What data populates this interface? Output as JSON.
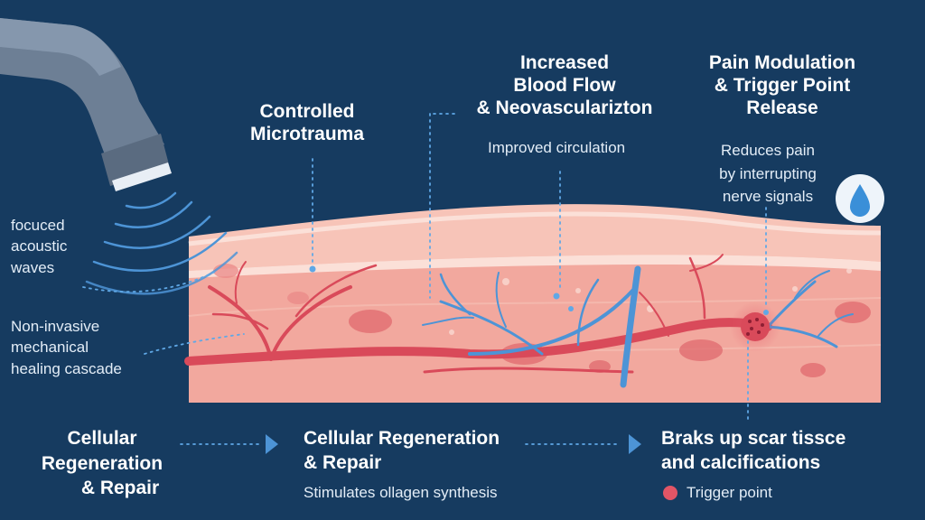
{
  "labels": {
    "controlled_microtrauma": [
      "Controlled",
      "Microtrauma"
    ],
    "blood_flow": [
      "Increased",
      "Blood Flow",
      "& Neovascularizton"
    ],
    "improved_circulation": "Improved circulation",
    "pain_modulation": [
      "Pain Modulation",
      "& Trigger Point",
      "Release"
    ],
    "reduces_pain": [
      "Reduces pain",
      "by interrupting",
      "nerve signals"
    ],
    "focused_waves": [
      "focuced",
      "acoustic",
      "waves"
    ],
    "non_invasive": [
      "Non-invasive",
      "mechanical",
      "healing cascade"
    ]
  },
  "bottom": {
    "step1": [
      "Cellular",
      "Regeneration",
      "& Repair"
    ],
    "step2": [
      "Cellular Regeneration",
      "& Repair"
    ],
    "step2_sub": "Stimulates ollagen synthesis",
    "step3": [
      "Braks up scar tissce",
      "and calcifications"
    ],
    "legend_trigger": "Trigger point"
  },
  "icons": {
    "applicator": "shockwave-applicator-icon",
    "waves": "acoustic-waves-icon",
    "droplet": "water-droplet-icon",
    "arrow": "chevron-right-icon"
  },
  "colors": {
    "background": "#163b60",
    "skin": "#f2a89e",
    "vessel_red": "#d94a5a",
    "vessel_blue": "#4d94d6",
    "trigger": "#e25566"
  }
}
